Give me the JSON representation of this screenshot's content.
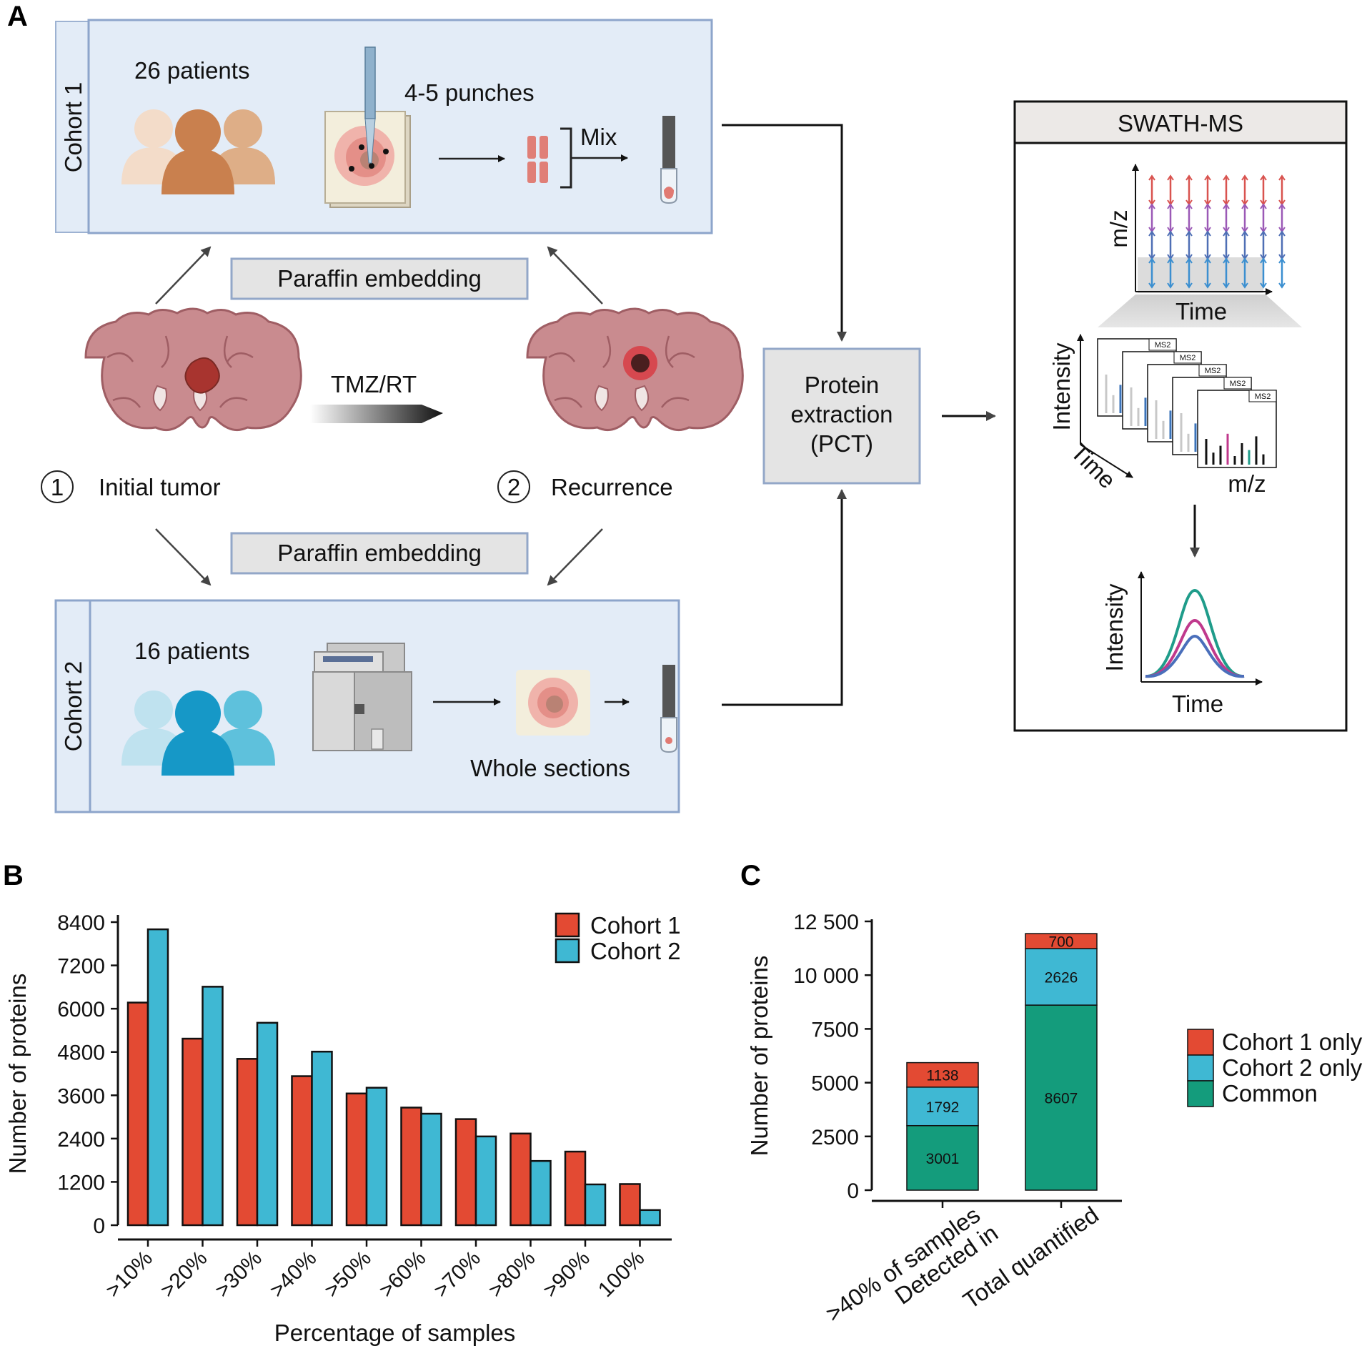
{
  "panelA": {
    "letter": "A",
    "cohort1": {
      "side_label": "Cohort 1",
      "patients": "26 patients",
      "punches": "4-5 punches",
      "mix": "Mix"
    },
    "cohort2": {
      "side_label": "Cohort 2",
      "patients": "16 patients",
      "sections": "Whole sections"
    },
    "paraffin_top": "Paraffin embedding",
    "paraffin_bottom": "Paraffin embedding",
    "treatment": "TMZ/RT",
    "initial_num": "1",
    "initial_label": "Initial tumor",
    "recurrence_num": "2",
    "recurrence_label": "Recurrence",
    "extraction": {
      "line1": "Protein",
      "line2": "extraction",
      "line3": "(PCT)"
    },
    "swath": {
      "title": "SWATH-MS",
      "mz": "m/z",
      "time1": "Time",
      "intensity1": "Intensity",
      "time2": "Time",
      "mz2": "m/z",
      "ms2": "MS2",
      "intensity2": "Intensity",
      "time3": "Time"
    }
  },
  "panelB": {
    "letter": "B",
    "chart_data": {
      "type": "bar",
      "categories": [
        ">10%",
        ">20%",
        ">30%",
        ">40%",
        ">50%",
        ">60%",
        ">70%",
        ">80%",
        ">90%",
        "100%"
      ],
      "series": [
        {
          "name": "Cohort 1",
          "color": "#e34a33",
          "values": [
            6170,
            5170,
            4610,
            4130,
            3650,
            3260,
            2940,
            2540,
            2040,
            1140
          ]
        },
        {
          "name": "Cohort 2",
          "color": "#3fb8d3",
          "values": [
            8200,
            6610,
            5610,
            4810,
            3810,
            3090,
            2460,
            1780,
            1130,
            420
          ]
        }
      ],
      "ylim": [
        0,
        8400
      ],
      "yticks": [
        "0",
        "1200",
        "2400",
        "3600",
        "4800",
        "6000",
        "7200",
        "8400"
      ],
      "xlabel": "Percentage of samples",
      "ylabel": "Number of proteins",
      "legend": "top-right"
    }
  },
  "panelC": {
    "letter": "C",
    "chart_data": {
      "type": "bar",
      "stacked": true,
      "categories": [
        "Detected in >40% of samples",
        "Total quantified"
      ],
      "category_lines": [
        [
          "Detected in",
          ">40% of samples"
        ],
        [
          "Total quantified"
        ]
      ],
      "series": [
        {
          "name": "Common",
          "color": "#149c7c",
          "values": [
            3001,
            8607
          ]
        },
        {
          "name": "Cohort 2 only",
          "color": "#3fb8d3",
          "values": [
            1792,
            2626
          ]
        },
        {
          "name": "Cohort 1 only",
          "color": "#e34a33",
          "values": [
            1138,
            700
          ]
        }
      ],
      "legend_order": [
        "Cohort 1 only",
        "Cohort 2 only",
        "Common"
      ],
      "ylim": [
        0,
        12500
      ],
      "yticks": [
        "0",
        "2500",
        "5000",
        "7500",
        "10 000",
        "12 500"
      ],
      "ylabel": "Number of proteins",
      "legend": "right"
    }
  }
}
